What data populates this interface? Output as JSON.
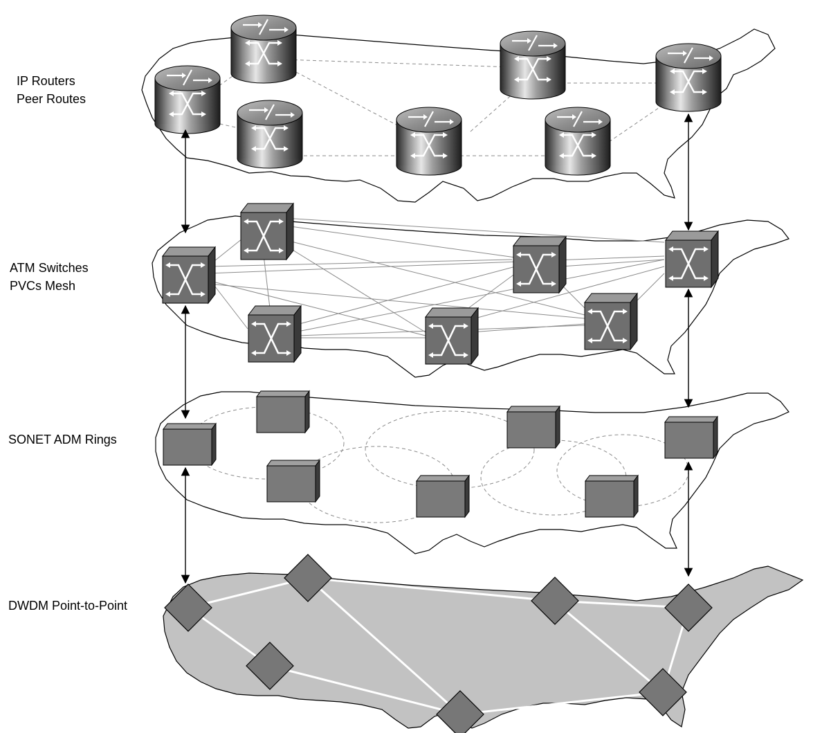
{
  "layers": [
    {
      "id": "ip",
      "line1": "IP Routers",
      "line2": "Peer Routes"
    },
    {
      "id": "atm",
      "line1": "ATM Switches",
      "line2": "PVCs Mesh"
    },
    {
      "id": "sonet",
      "line1": "SONET ADM Rings",
      "line2": ""
    },
    {
      "id": "dwdm",
      "line1": "DWDM Point-to-Point",
      "line2": ""
    }
  ],
  "colors": {
    "map_outline": "#000000",
    "dwdm_land": "#c2c2c2",
    "node_gray": "#7a7a7a",
    "link_white": "#ffffff",
    "dashed": "#8a8a8a"
  },
  "icons": {
    "router": "router-icon",
    "atm_switch": "atm-switch-icon",
    "adm": "sonet-adm-icon",
    "dwdm": "dwdm-node-icon"
  }
}
